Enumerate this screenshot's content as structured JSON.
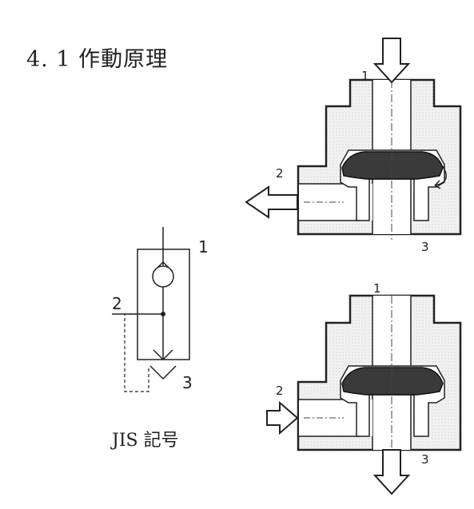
{
  "title": "4. 1 作動原理",
  "caption": "JIS 記号",
  "top_diagram": {
    "port1": "1",
    "port2": "2",
    "port3": "3"
  },
  "bottom_diagram": {
    "port1": "1",
    "port2": "2",
    "port3": "3"
  },
  "jis_symbol": {
    "port1": "1",
    "port2": "2",
    "port3": "3"
  }
}
